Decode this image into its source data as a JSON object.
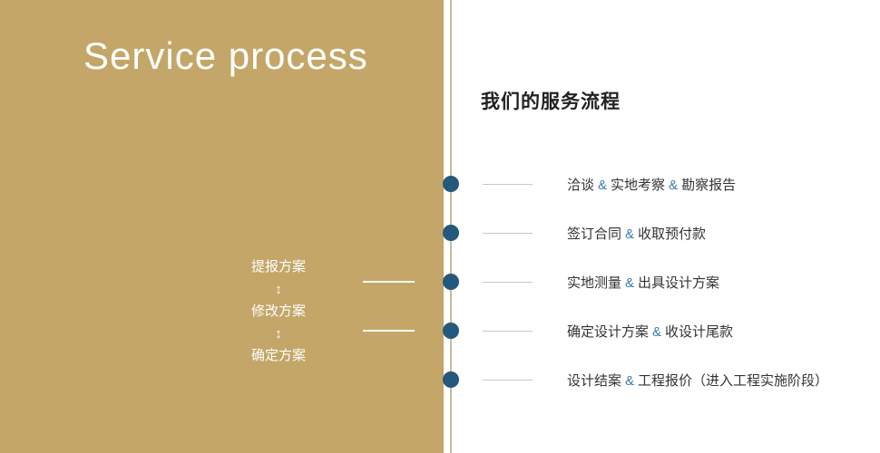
{
  "header": {
    "title_en": "Service process",
    "title_zh": "我们的服务流程"
  },
  "left_flow": {
    "arrow_glyph": "↕",
    "steps": [
      "提报方案",
      "修改方案",
      "确定方案"
    ]
  },
  "timeline": {
    "separator": "&",
    "items": [
      {
        "parts": [
          "洽谈",
          "实地考察",
          "勘察报告"
        ]
      },
      {
        "parts": [
          "签订合同",
          "收取预付款"
        ]
      },
      {
        "parts": [
          "实地测量",
          "出具设计方案"
        ]
      },
      {
        "parts": [
          "确定设计方案",
          "收设计尾款"
        ]
      },
      {
        "parts": [
          "设计结案",
          "工程报价（进入工程实施阶段）"
        ]
      }
    ]
  },
  "colors": {
    "panel_gold": "#c3a668",
    "divider_tan": "#c9bb94",
    "dot_blue": "#24587c",
    "amp_blue": "#3a7ca8",
    "text_dark": "#333333",
    "tick_gray": "#c8c8c8",
    "title_white": "#ffffff"
  }
}
